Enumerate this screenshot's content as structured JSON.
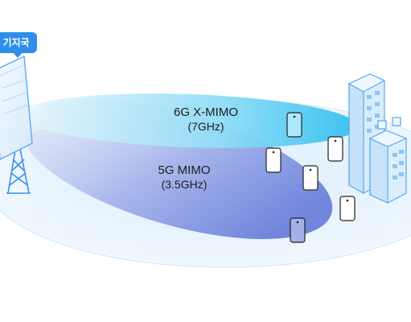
{
  "tower_label": "기지국",
  "beam_6g": {
    "title": "6G X-MIMO",
    "freq": "(7GHz)"
  },
  "beam_5g": {
    "title": "5G MIMO",
    "freq": "(3.5GHz)"
  },
  "colors": {
    "ground": "#eaf4fd",
    "beam_6g": "#3fc4f0",
    "beam_5g": "#6f86dd",
    "accent": "#2f8eea",
    "outline": "#5aa9ef"
  }
}
